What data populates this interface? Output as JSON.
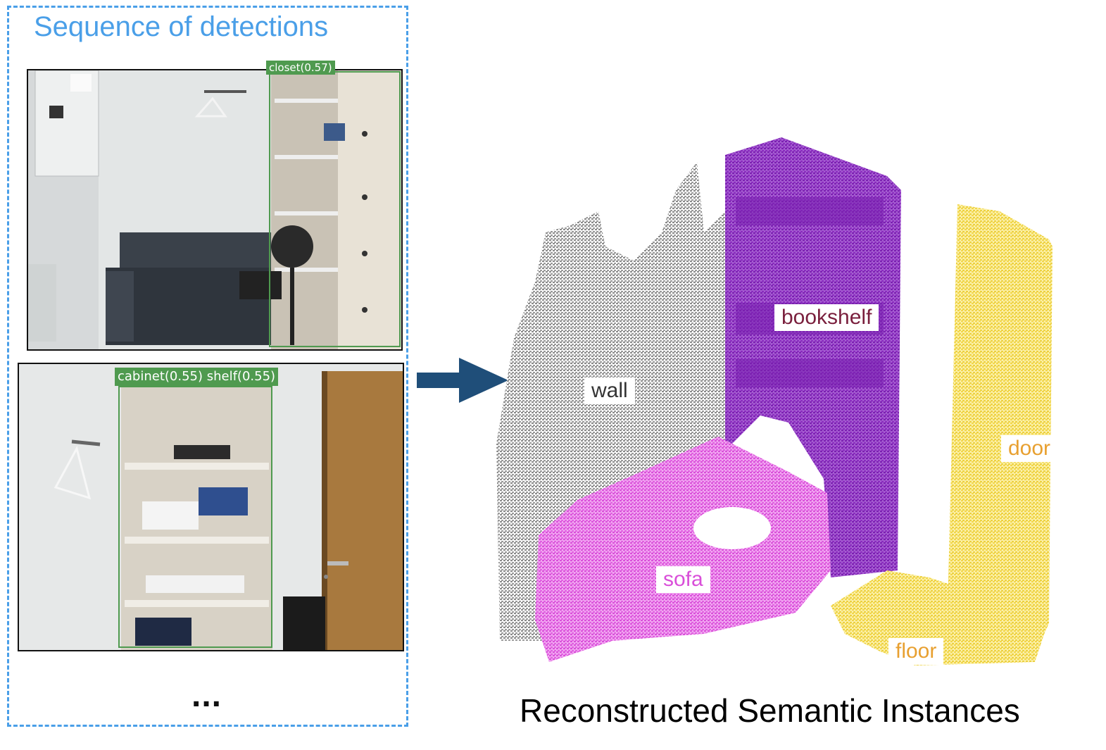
{
  "left_panel": {
    "title": "Sequence of detections",
    "ellipsis": "...",
    "frame1": {
      "label": "closet(0.57)"
    },
    "frame2": {
      "label": "cabinet(0.55) shelf(0.55)"
    }
  },
  "right_panel": {
    "labels": {
      "wall": "wall",
      "bookshelf": "bookshelf",
      "sofa": "sofa",
      "door": "door",
      "floor": "floor"
    },
    "caption": "Reconstructed Semantic Instances"
  },
  "colors": {
    "accent": "#4a9fe8",
    "detection_box": "#4f9a4f",
    "arrow": "#1f4e79",
    "wall": "#8a8a8a",
    "bookshelf": "#8a2bbf",
    "bookshelf_label": "#7a1f3d",
    "sofa": "#d94fd9",
    "door": "#f2d64a",
    "door_label": "#e8a030",
    "floor": "#f2d64a"
  }
}
